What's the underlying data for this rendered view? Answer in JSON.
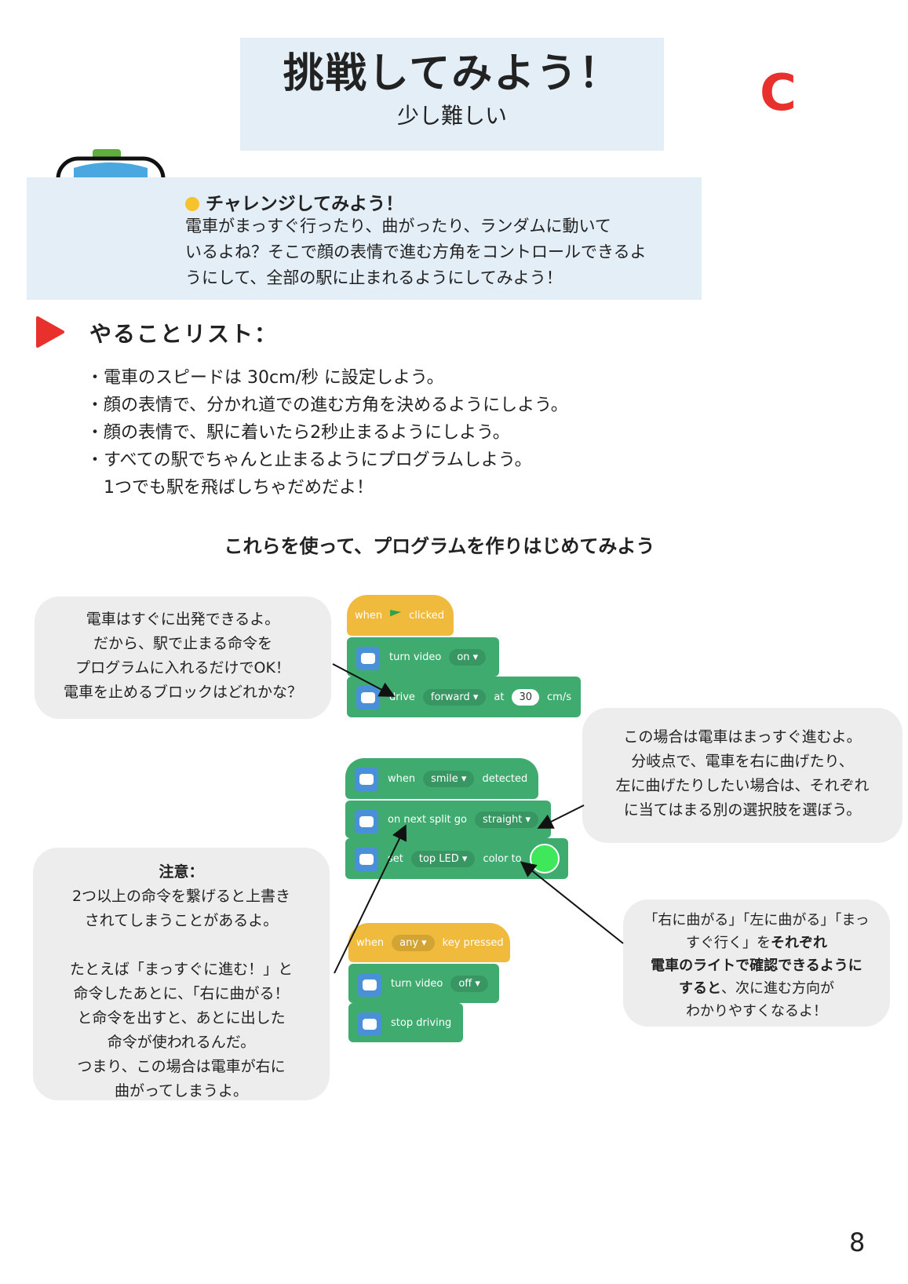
{
  "title": {
    "main": "挑戦してみよう！",
    "sub": "少し難しい",
    "level": "C"
  },
  "challenge": {
    "heading": "チャレンジしてみよう！",
    "lines": [
      "電車がまっすぐ行ったり、曲がったり、ランダムに動いて",
      "いるよね？そこで顔の表情で進む方角をコントロールできるよ",
      "うにして、全部の駅に止まれるようにしてみよう！"
    ]
  },
  "todo": {
    "heading": "やることリスト：",
    "items": [
      "・電車のスピードは 30cm/秒 に設定しよう。",
      "・顔の表情で、分かれ道での進む方角を決めるようにしよう。",
      "・顔の表情で、駅に着いたら2秒止まるようにしよう。",
      "・すべての駅でちゃんと止まるようにプログラムしよう。",
      "　1つでも駅を飛ばしちゃだめだよ！"
    ]
  },
  "instruction": "これらを使って、プログラムを作りはじめてみよう",
  "bubble1": [
    "電車はすぐに出発できるよ。",
    "だから、駅で止まる命令を",
    "プログラムに入れるだけでOK！",
    "電車を止めるブロックはどれかな？"
  ],
  "bubble2": [
    "この場合は電車はまっすぐ進むよ。",
    "分岐点で、電車を右に曲げたり、",
    "左に曲げたりしたい場合は、それぞれ",
    "に当てはまる別の選択肢を選ぼう。"
  ],
  "bubble3": {
    "heading": "注意：",
    "lines": [
      "2つ以上の命令を繋げると上書き",
      "されてしまうことがあるよ。",
      "",
      "たとえば「まっすぐに進む！」と",
      "命令したあとに、「右に曲がる！",
      "と命令を出すと、あとに出した",
      "命令が使われるんだ。",
      "つまり、この場合は電車が右に",
      "曲がってしまうよ。"
    ]
  },
  "bubble4": {
    "line1": "「右に曲がる」「左に曲がる」「まっ",
    "line2a": "すぐ行く」を",
    "line2b": "それぞれ",
    "line3": "電車のライトで確認できるように",
    "line4a": "すると",
    "line4b": "、次に進む方向が",
    "line5": "わかりやすくなるよ！"
  },
  "blocks": {
    "s1_hat": {
      "when": "when",
      "clicked": "clicked"
    },
    "s1_video": {
      "label": "turn video",
      "value": "on ▾"
    },
    "s1_drive": {
      "label": "drive",
      "dir": "forward ▾",
      "at": "at",
      "speed": "30",
      "unit": "cm/s"
    },
    "s2_when": {
      "label": "when",
      "value": "smile ▾",
      "tail": "detected"
    },
    "s2_split": {
      "label": "on next split go",
      "value": "straight ▾"
    },
    "s2_led": {
      "label": "set",
      "value": "top LED ▾",
      "tail": "color to"
    },
    "s3_hat": {
      "when": "when",
      "value": "any ▾",
      "tail": "key pressed"
    },
    "s3_video": {
      "label": "turn video",
      "value": "off ▾"
    },
    "s3_stop": {
      "label": "stop driving"
    }
  },
  "colors": {
    "accent_red": "#e8312c",
    "block_green": "#3fab6f",
    "hat_yellow": "#f0bb3c",
    "led_green": "#3ee85a"
  },
  "page_number": "8"
}
